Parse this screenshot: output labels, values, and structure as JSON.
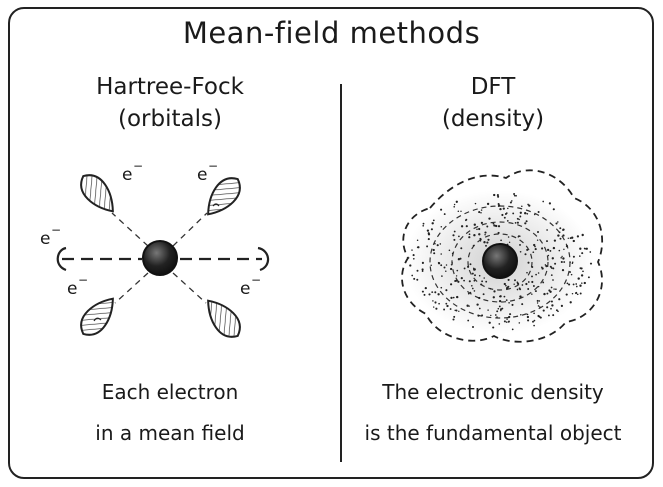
{
  "title": "Mean-field methods",
  "left": {
    "heading": "Hartree-Fock",
    "subheading": "(orbitals)",
    "electron_label": "e",
    "charge_sign": "−",
    "caption_line1": "Each electron",
    "caption_line2": "in a mean field"
  },
  "right": {
    "heading": "DFT",
    "subheading": "(density)",
    "caption_line1": "The electronic density",
    "caption_line2": "is the fundamental object"
  },
  "colors": {
    "ink": "#1a1a1a",
    "background": "#ffffff"
  }
}
